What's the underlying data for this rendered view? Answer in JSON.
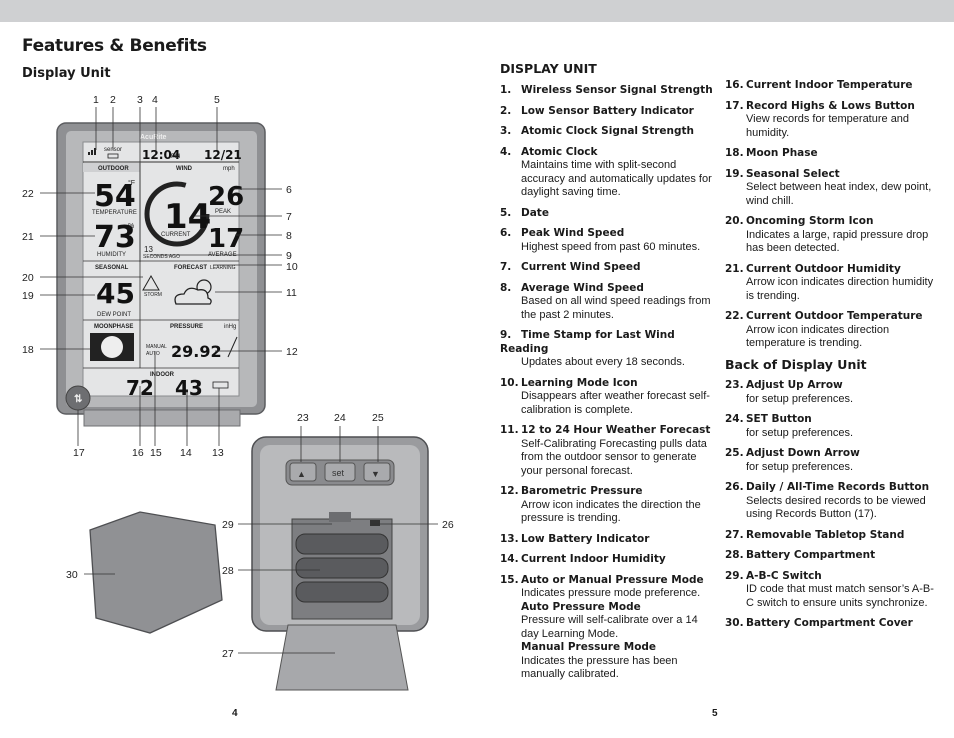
{
  "header": {
    "title": "Features & Benefits",
    "subtitle": "Display Unit"
  },
  "figure": {
    "top_callouts": [
      "1",
      "2",
      "3",
      "4",
      "5"
    ],
    "right_callouts": [
      "6",
      "7",
      "8",
      "9",
      "10",
      "11",
      "12"
    ],
    "left_callouts": [
      "22",
      "21",
      "20",
      "19",
      "18"
    ],
    "bottom_callouts": [
      "17",
      "16",
      "15",
      "14",
      "13"
    ],
    "back_callouts": [
      "23",
      "24",
      "25",
      "26",
      "29",
      "28",
      "27",
      "30"
    ],
    "lcd": {
      "brand": "AcuRite",
      "sensor": "sensor",
      "time": "12:04",
      "pm": "PM",
      "date": "12/21",
      "outdoor": "OUTDOOR",
      "wind": "WIND",
      "mph": "mph",
      "temp": "54",
      "temp_unit": "°F",
      "temperature": "TEMPERATURE",
      "peak_val": "26",
      "peak": "PEAK",
      "current_wind": "14",
      "current": "CURRENT",
      "humidity_val": "73",
      "pct": "%",
      "humidity": "HUMIDITY",
      "avg_val": "17",
      "average": "AVERAGE",
      "seconds_val": "13",
      "seconds_ago": "SECONDS AGO",
      "seasonal": "SEASONAL",
      "forecast": "FORECAST",
      "learning": "LEARNING",
      "dew_val": "45",
      "dew_point": "DEW POINT",
      "storm": "STORM",
      "moonphase": "MOONPHASE",
      "pressure": "PRESSURE",
      "inhg": "inHg",
      "manual": "MANUAL",
      "auto": "AUTO",
      "pressure_val": "29.92",
      "indoor": "INDOOR",
      "in_temp": "72",
      "in_hum": "43",
      "set_label": "set"
    }
  },
  "display_unit": {
    "heading": "DISPLAY UNIT",
    "items": [
      {
        "n": "1.",
        "t": "Wireless Sensor Signal Strength"
      },
      {
        "n": "2.",
        "t": "Low Sensor Battery Indicator"
      },
      {
        "n": "3.",
        "t": "Atomic Clock Signal Strength"
      },
      {
        "n": "4.",
        "t": "Atomic Clock",
        "d": "Maintains time with split-second accuracy and automatically updates for daylight saving time."
      },
      {
        "n": "5.",
        "t": "Date"
      },
      {
        "n": "6.",
        "t": "Peak Wind Speed",
        "d": "Highest speed from past 60 minutes."
      },
      {
        "n": "7.",
        "t": "Current Wind Speed"
      },
      {
        "n": "8.",
        "t": "Average Wind Speed",
        "d": "Based on all wind speed readings from the past 2 minutes."
      },
      {
        "n": "9.",
        "t": "Time Stamp for Last Wind Reading",
        "d": "Updates about every 18 seconds."
      },
      {
        "n": "10.",
        "t": "Learning Mode Icon",
        "d": "Disappears after weather forecast self-calibration is complete."
      },
      {
        "n": "11.",
        "t": "12 to 24 Hour Weather Forecast",
        "d": "Self-Calibrating Forecasting pulls data from the outdoor sensor to generate your personal forecast."
      },
      {
        "n": "12.",
        "t": "Barometric Pressure",
        "d": "Arrow icon indicates the direction the pressure is trending."
      },
      {
        "n": "13.",
        "t": "Low Battery Indicator"
      },
      {
        "n": "14.",
        "t": "Current Indoor Humidity"
      },
      {
        "n": "15.",
        "t": "Auto or Manual Pressure Mode",
        "d": "Indicates pressure mode preference.",
        "s1": "Auto Pressure Mode",
        "d1": "Pressure will self-calibrate over a 14 day Learning Mode.",
        "s2": "Manual Pressure Mode",
        "d2": "Indicates the pressure has been manually calibrated."
      }
    ]
  },
  "right_list": {
    "items": [
      {
        "n": "16.",
        "t": "Current Indoor Temperature"
      },
      {
        "n": "17.",
        "t": "Record Highs & Lows Button",
        "d": "View records for temperature and humidity."
      },
      {
        "n": "18.",
        "t": "Moon Phase"
      },
      {
        "n": "19.",
        "t": "Seasonal Select",
        "d": "Select between heat index, dew point, wind chill."
      },
      {
        "n": "20.",
        "t": "Oncoming Storm Icon",
        "d": "Indicates a large, rapid pressure drop has been detected."
      },
      {
        "n": "21.",
        "t": "Current Outdoor Humidity",
        "d": "Arrow icon indicates direction humidity is trending."
      },
      {
        "n": "22.",
        "t": "Current Outdoor Temperature",
        "d": "Arrow icon indicates direction temperature is trending."
      }
    ],
    "back_heading": "Back of Display Unit",
    "back_items": [
      {
        "n": "23.",
        "t": "Adjust Up Arrow",
        "d": "for setup preferences."
      },
      {
        "n": "24.",
        "t": "SET Button",
        "d": "for setup preferences."
      },
      {
        "n": "25.",
        "t": "Adjust Down Arrow",
        "d": "for setup preferences."
      },
      {
        "n": "26.",
        "t": "Daily / All-Time Records Button",
        "d": "Selects desired records to be viewed using Records Button (17)."
      },
      {
        "n": "27.",
        "t": "Removable Tabletop Stand"
      },
      {
        "n": "28.",
        "t": "Battery Compartment"
      },
      {
        "n": "29.",
        "t": "A-B-C Switch",
        "d": "ID code that must match sensor’s A-B-C switch to ensure units synchronize."
      },
      {
        "n": "30.",
        "t": "Battery Compartment Cover"
      }
    ]
  },
  "pages": {
    "left": "4",
    "right": "5"
  }
}
